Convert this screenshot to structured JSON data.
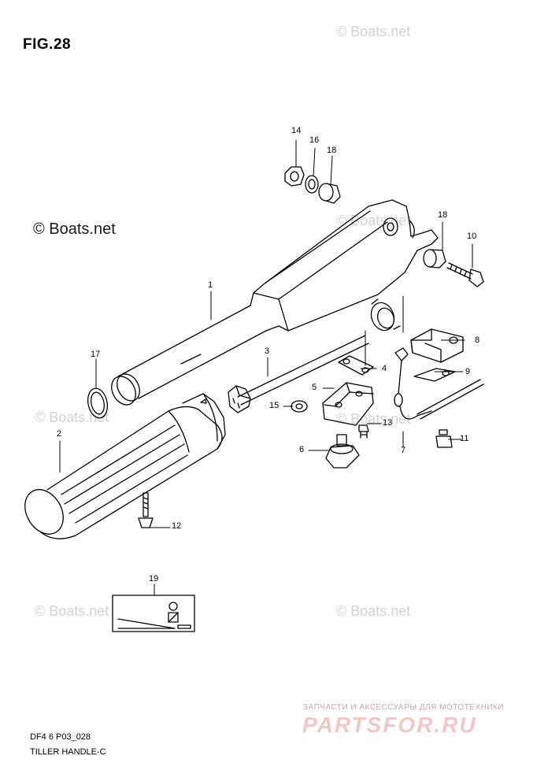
{
  "figure": {
    "title": "FIG.28"
  },
  "watermarks": {
    "text": "© Boats.net",
    "main": "© Boats.net"
  },
  "parts": [
    {
      "num": "1"
    },
    {
      "num": "2"
    },
    {
      "num": "3"
    },
    {
      "num": "4"
    },
    {
      "num": "5"
    },
    {
      "num": "6"
    },
    {
      "num": "7"
    },
    {
      "num": "8"
    },
    {
      "num": "9"
    },
    {
      "num": "10"
    },
    {
      "num": "11"
    },
    {
      "num": "12"
    },
    {
      "num": "13"
    },
    {
      "num": "14"
    },
    {
      "num": "15"
    },
    {
      "num": "16"
    },
    {
      "num": "17"
    },
    {
      "num": "18"
    },
    {
      "num": "18"
    },
    {
      "num": "19"
    }
  ],
  "footer": {
    "code": "DF4 6 P03_028",
    "name": "TILLER HANDLE-C"
  },
  "shop": {
    "tagline": "ЗАПЧАСТИ И АКСЕССУАРЫ ДЛЯ МОТОТЕХНИКИ",
    "logo": "PARTSFOR.RU"
  }
}
